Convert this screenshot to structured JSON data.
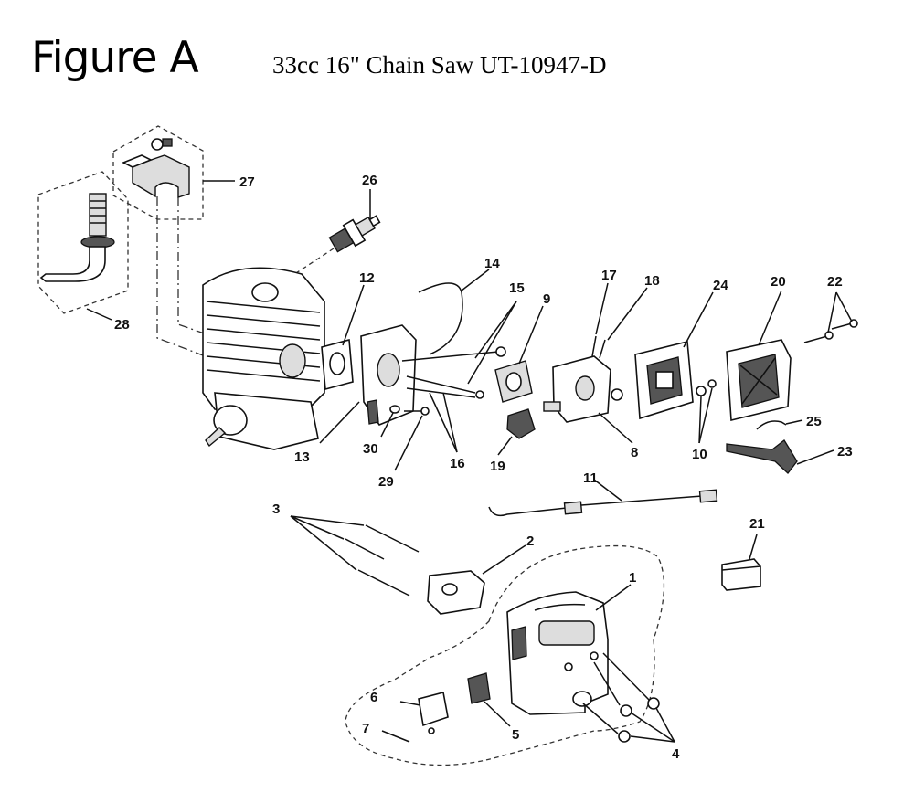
{
  "figure": {
    "title": "Figure A",
    "subtitle": "33cc 16\" Chain Saw UT-10947-D"
  },
  "callouts": [
    {
      "id": "1",
      "text": "1"
    },
    {
      "id": "2",
      "text": "2"
    },
    {
      "id": "3",
      "text": "3"
    },
    {
      "id": "4",
      "text": "4"
    },
    {
      "id": "5",
      "text": "5"
    },
    {
      "id": "6",
      "text": "6"
    },
    {
      "id": "7",
      "text": "7"
    },
    {
      "id": "8",
      "text": "8"
    },
    {
      "id": "9",
      "text": "9"
    },
    {
      "id": "10",
      "text": "10"
    },
    {
      "id": "11",
      "text": "11"
    },
    {
      "id": "12",
      "text": "12"
    },
    {
      "id": "13",
      "text": "13"
    },
    {
      "id": "14",
      "text": "14"
    },
    {
      "id": "15",
      "text": "15"
    },
    {
      "id": "16",
      "text": "16"
    },
    {
      "id": "17",
      "text": "17"
    },
    {
      "id": "18",
      "text": "18"
    },
    {
      "id": "19",
      "text": "19"
    },
    {
      "id": "20",
      "text": "20"
    },
    {
      "id": "21",
      "text": "21"
    },
    {
      "id": "22",
      "text": "22"
    },
    {
      "id": "23",
      "text": "23"
    },
    {
      "id": "24",
      "text": "24"
    },
    {
      "id": "25",
      "text": "25"
    },
    {
      "id": "26",
      "text": "26"
    },
    {
      "id": "27",
      "text": "27"
    },
    {
      "id": "28",
      "text": "28"
    },
    {
      "id": "29",
      "text": "29"
    },
    {
      "id": "30",
      "text": "30"
    }
  ]
}
